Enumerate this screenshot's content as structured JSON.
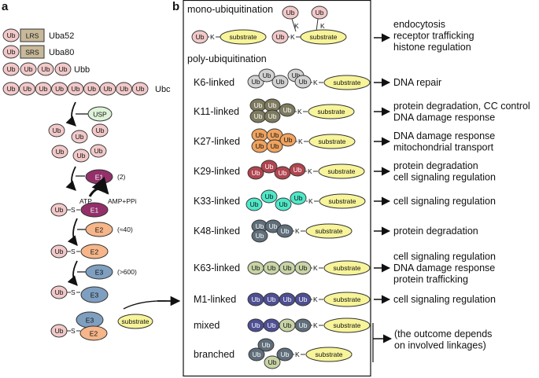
{
  "panel_a": {
    "label": "a",
    "ub_text": "Ub",
    "lrs": "LRS",
    "srs": "SRS",
    "uba52": "Uba52",
    "uba80": "Uba80",
    "ubb": "Ubb",
    "ubc": "Ubc",
    "usp": "USP",
    "e1": "E1",
    "e1_count": "(2)",
    "atp": "ATP",
    "amp": "AMP+PPi",
    "e2": "E2",
    "e2_count": "(≈40)",
    "e3": "E3",
    "e3_count": "(>600)",
    "s": "S",
    "substrate": "substrate"
  },
  "panel_b": {
    "label": "b",
    "mono_title": "mono-ubiquitination",
    "poly_title": "poly-ubiquitination",
    "k": "K",
    "substrate": "substrate",
    "ub_text": "Ub",
    "mono_outcomes": [
      "endocytosis",
      "receptor trafficking",
      "histone regulation"
    ],
    "rows": [
      {
        "label": "K6-linked",
        "outcomes": [
          "DNA repair"
        ]
      },
      {
        "label": "K11-linked",
        "outcomes": [
          "protein degradation, CC control",
          "DNA damage response"
        ]
      },
      {
        "label": "K27-linked",
        "outcomes": [
          "DNA damage response",
          "mitochondrial transport"
        ]
      },
      {
        "label": "K29-linked",
        "outcomes": [
          "protein degradation",
          "cell signaling regulation"
        ]
      },
      {
        "label": "K33-linked",
        "outcomes": [
          "cell signaling regulation"
        ]
      },
      {
        "label": "K48-linked",
        "outcomes": [
          "protein degradation"
        ]
      },
      {
        "label": "K63-linked",
        "outcomes": [
          "cell signaling regulation",
          "DNA damage response",
          "protein trafficking"
        ]
      },
      {
        "label": "M1-linked",
        "outcomes": [
          "cell signaling regulation"
        ]
      },
      {
        "label": "mixed",
        "outcomes": []
      },
      {
        "label": "branched",
        "outcomes": []
      }
    ],
    "mixed_outcome": [
      "(the outcome depends",
      "on involved linkages)"
    ]
  },
  "colors": {
    "ub_pink": "#f2c9c9",
    "lrs_tan": "#c8b99a",
    "usp_green": "#dff3d9",
    "e1_purple": "#93306a",
    "e2_orange": "#f6b68a",
    "e3_blue": "#7f9fc0",
    "substrate_yellow": "#f7f49a",
    "k6_gray": "#d2d2d2",
    "k11_olive": "#7d7a5e",
    "k27_orange": "#f0a35e",
    "k29_red": "#b0454f",
    "k33_cyan": "#4fe8c8",
    "k48_slate": "#5f6e7a",
    "k63_sage": "#c8d4a6",
    "m1_navy": "#4e4f93"
  }
}
